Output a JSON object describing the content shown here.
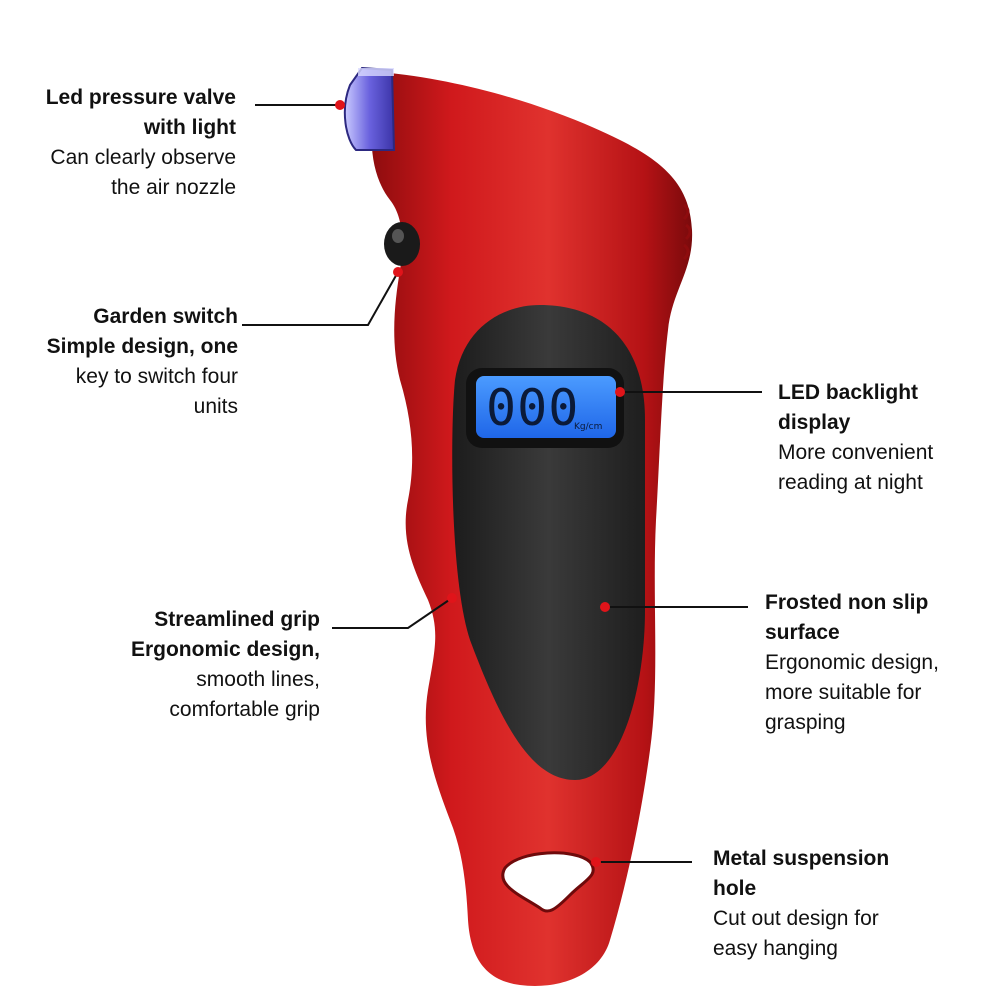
{
  "colors": {
    "body_red": "#d0191c",
    "body_dark_red": "#8e0c0e",
    "grip_black": "#2a2a2a",
    "lcd_blue": "#2f7ff6",
    "nozzle_blue": "#6f6fe0",
    "dot_red": "#e0141a",
    "line_black": "#111111"
  },
  "display": {
    "digits": "000",
    "unit": "Kg/cm"
  },
  "callouts": {
    "valve": {
      "title_1": "Led pressure valve",
      "title_2": "with light",
      "desc_1": "Can clearly observe",
      "desc_2": "the air nozzle"
    },
    "switch": {
      "title": "Garden switch",
      "desc_1": "Simple design, one",
      "desc_2": "key to switch four",
      "desc_3": "units"
    },
    "backlight": {
      "title_1": "LED backlight",
      "title_2": "display",
      "desc_1": "More convenient",
      "desc_2": "reading at night"
    },
    "grip": {
      "title": "Streamlined grip",
      "desc_1": "Ergonomic design,",
      "desc_2": "smooth lines,",
      "desc_3": "comfortable grip"
    },
    "surface": {
      "title_1": "Frosted non slip",
      "title_2": "surface",
      "desc_1": "Ergonomic design,",
      "desc_2": "more suitable for",
      "desc_3": "grasping"
    },
    "hole": {
      "title_1": "Metal suspension",
      "title_2": "hole",
      "desc_1": "Cut out design for",
      "desc_2": "easy hanging"
    }
  }
}
